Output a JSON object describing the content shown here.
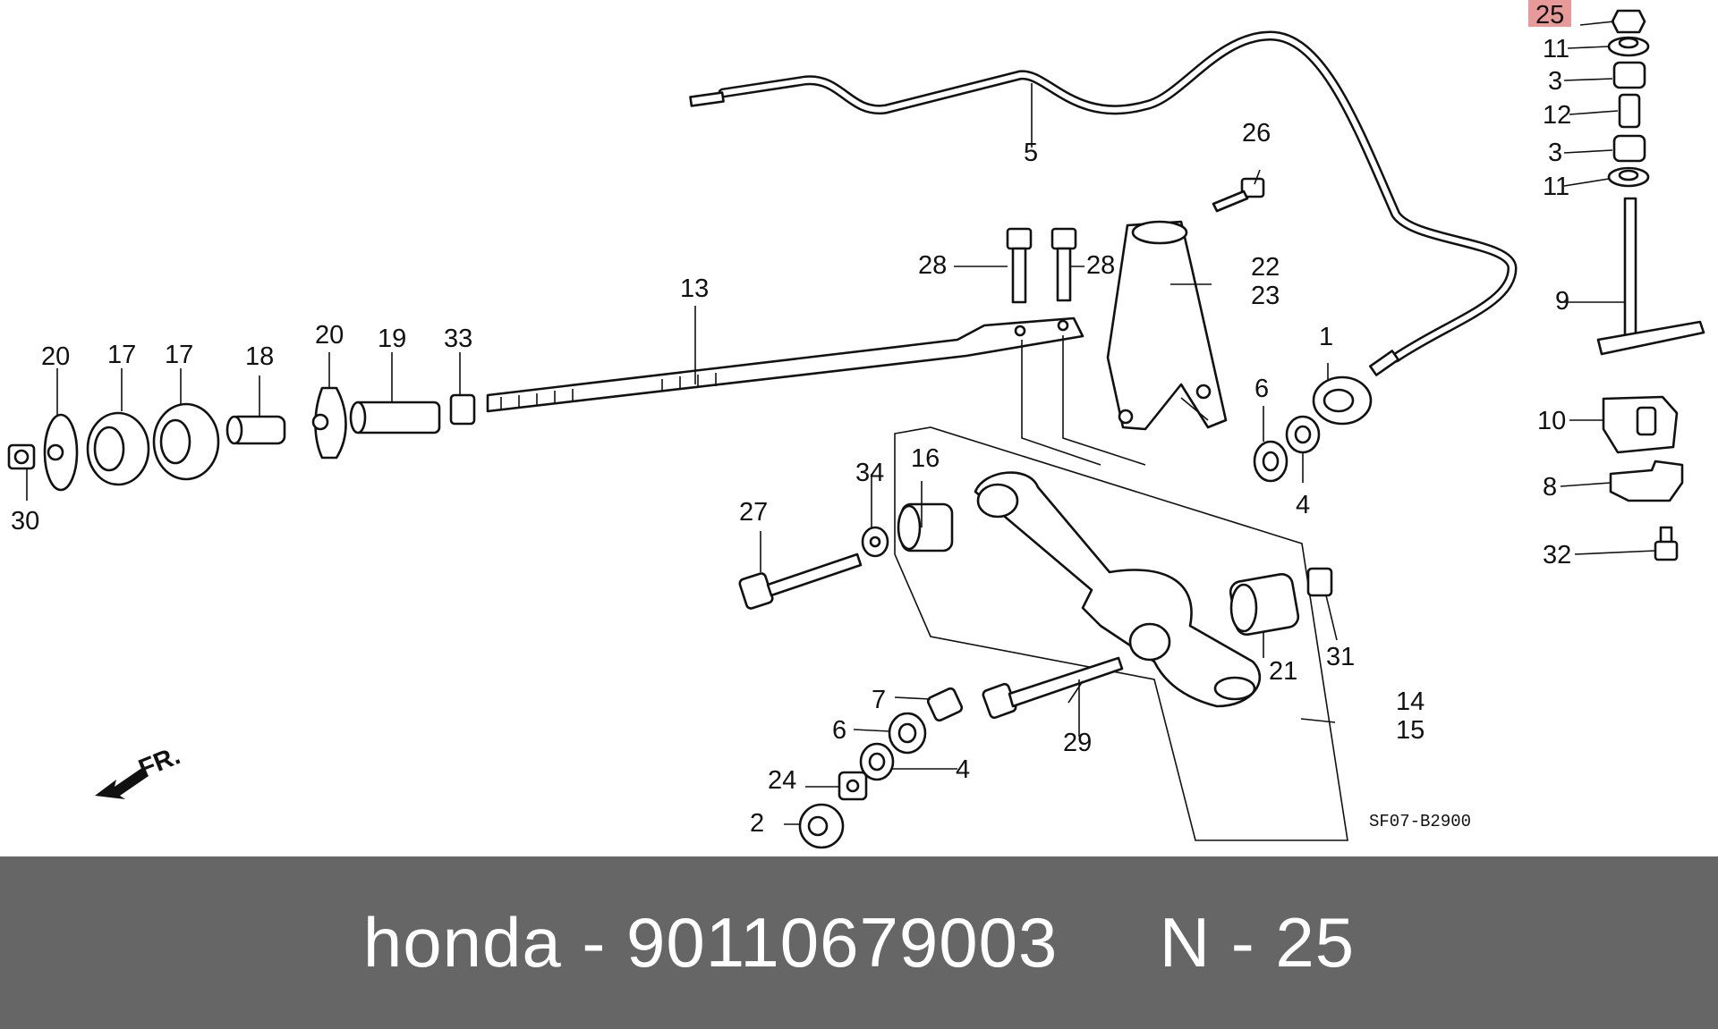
{
  "diagram": {
    "figure_code": "SF07-B2900",
    "direction_marker": "FR.",
    "highlighted_callout": "25",
    "highlight_color": "#e89a9a",
    "callouts": {
      "c1": "1",
      "c2": "2",
      "c3a": "3",
      "c3b": "3",
      "c4a": "4",
      "c4b": "4",
      "c5": "5",
      "c6a": "6",
      "c6b": "6",
      "c7": "7",
      "c8": "8",
      "c9": "9",
      "c10": "10",
      "c11a": "11",
      "c11b": "11",
      "c12": "12",
      "c13": "13",
      "c14": "14",
      "c15": "15",
      "c16": "16",
      "c17a": "17",
      "c17b": "17",
      "c18": "18",
      "c19": "19",
      "c20a": "20",
      "c20b": "20",
      "c21": "21",
      "c22": "22",
      "c23": "23",
      "c24": "24",
      "c25": "25",
      "c26": "26",
      "c27": "27",
      "c28a": "28",
      "c28b": "28",
      "c29": "29",
      "c30": "30",
      "c31": "31",
      "c32": "32",
      "c33": "33",
      "c34": "34"
    }
  },
  "footer": {
    "text": "honda - 90110679003     N - 25",
    "background": "#666666",
    "text_color": "#ffffff"
  }
}
